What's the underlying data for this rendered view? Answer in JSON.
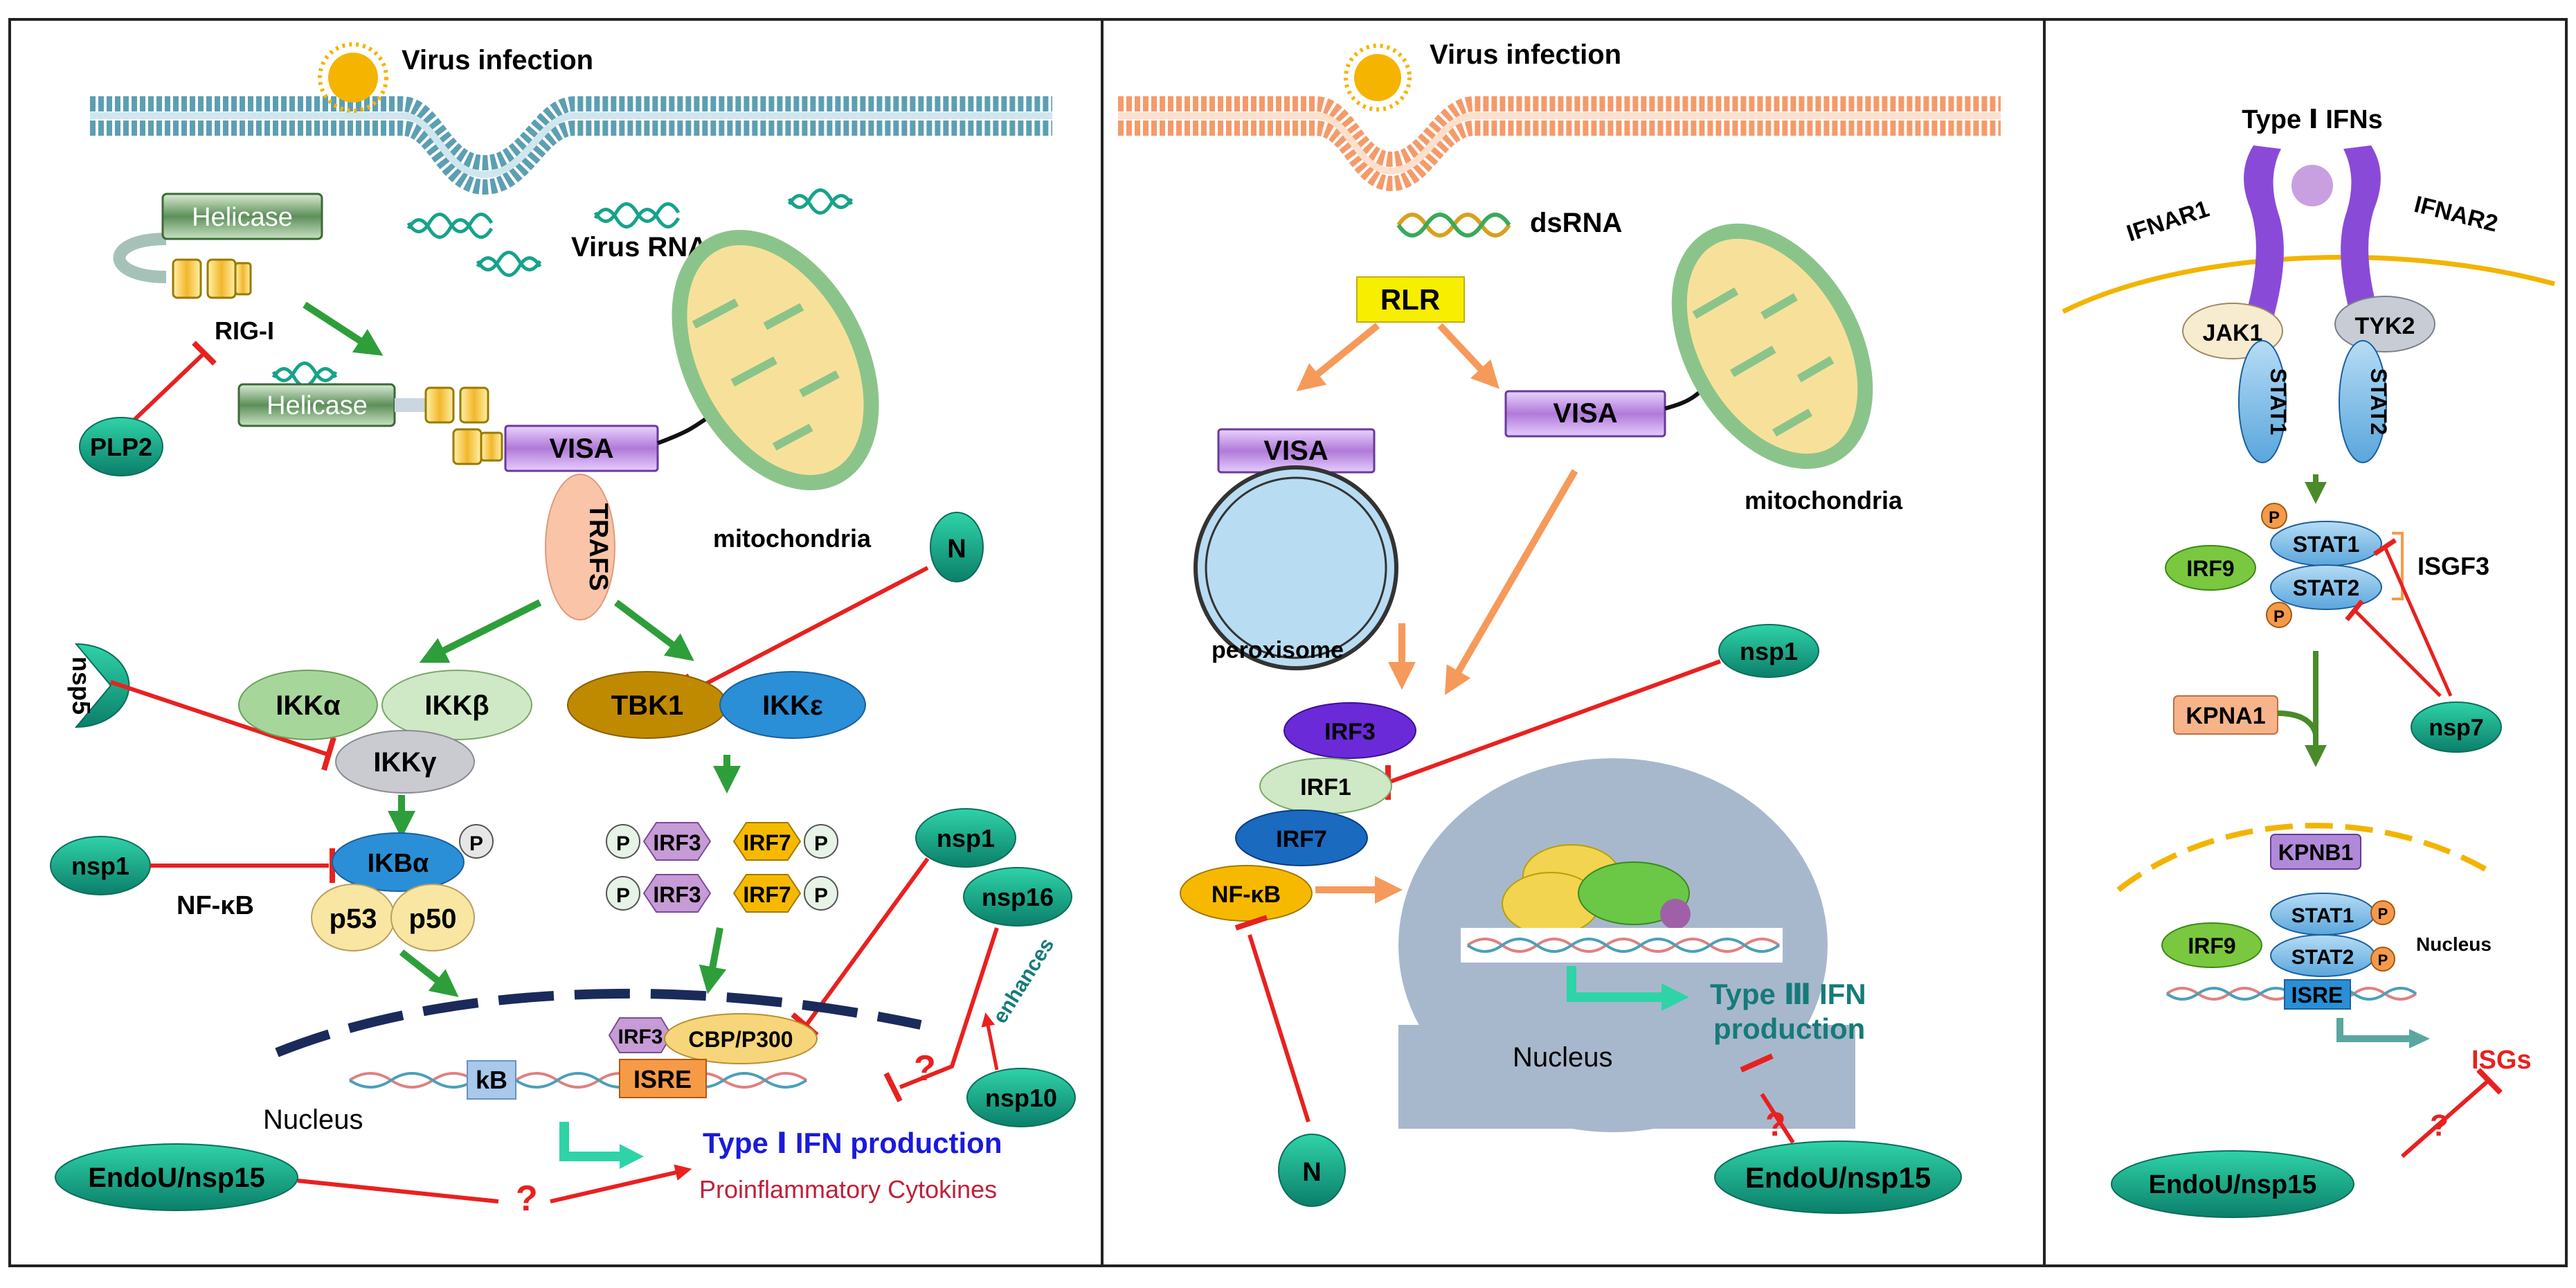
{
  "panel1": {
    "virus_infection": "Virus infection",
    "helicase_top": "Helicase",
    "virus_rna": "Virus RNA",
    "rig_i": "RIG-I",
    "helicase_mid": "Helicase",
    "plp2": "PLP2",
    "visa": "VISA",
    "trafs": "TRAFS",
    "mitochondria": "mitochondria",
    "n_top": "N",
    "nsp5": "nsp5",
    "ikka": "IKKα",
    "ikkb": "IKKβ",
    "ikkg": "IKKγ",
    "tbk1": "TBK1",
    "ikke": "IKKε",
    "nsp1_left": "nsp1",
    "ikba": "IKBα",
    "nfkb": "NF-κB",
    "p53": "p53",
    "p50": "p50",
    "p_label": "P",
    "irf3": "IRF3",
    "irf7": "IRF7",
    "nsp1_right": "nsp1",
    "nsp16": "nsp16",
    "enhances": "enhances",
    "nsp10": "nsp10",
    "kb": "kB",
    "irf3_nuc": "IRF3",
    "cbp": "CBP/P300",
    "isre": "ISRE",
    "nucleus": "Nucleus",
    "question": "?",
    "type1_ifn": "Type Ⅰ IFN production",
    "cytokines": "Proinflammatory Cytokines",
    "endou": "EndoU/nsp15"
  },
  "panel2": {
    "virus_infection": "Virus infection",
    "dsrna": "dsRNA",
    "rlr": "RLR",
    "visa_left": "VISA",
    "visa_right": "VISA",
    "peroxisome": "peroxisome",
    "mitochondria": "mitochondria",
    "nsp1": "nsp1",
    "irf3": "IRF3",
    "irf1": "IRF1",
    "irf7": "IRF7",
    "nfkb": "NF-κB",
    "type3_line1": "Type Ⅲ IFN",
    "type3_line2": "production",
    "nucleus": "Nucleus",
    "question": "?",
    "n": "N",
    "endou": "EndoU/nsp15"
  },
  "panel3": {
    "type1_ifns": "Type Ⅰ IFNs",
    "ifnar1": "IFNAR1",
    "ifnar2": "IFNAR2",
    "jak1": "JAK1",
    "tyk2": "TYK2",
    "stat1": "STAT1",
    "stat2": "STAT2",
    "p_label": "P",
    "irf9": "IRF9",
    "isgf3": "ISGF3",
    "kpna1": "KPNA1",
    "nsp7": "nsp7",
    "kpnb1": "KPNB1",
    "nucleus": "Nucleus",
    "isre": "ISRE",
    "isgs": "ISGs",
    "question": "?",
    "endou": "EndoU/nsp15"
  },
  "colors": {
    "inhibit": "#e8211f",
    "activate_green": "#2e9e3a",
    "activate_orange": "#f59a5a",
    "type1_blue": "#1a1adb",
    "cytokine_red": "#c0203a",
    "teal_text": "#167a7a",
    "nsp_teal": "#1fa88a"
  }
}
